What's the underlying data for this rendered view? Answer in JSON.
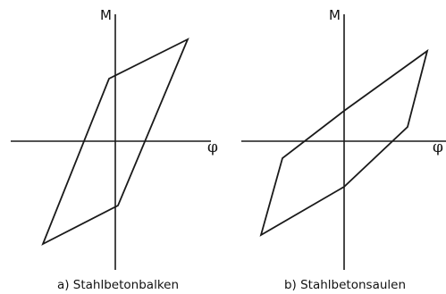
{
  "panels": [
    {
      "y_axis_label": "M",
      "x_axis_label": "φ",
      "caption": "a) Stahlbetonbalken"
    },
    {
      "y_axis_label": "M",
      "x_axis_label": "φ",
      "caption": "b) Stahlbetonsaulen"
    }
  ]
}
